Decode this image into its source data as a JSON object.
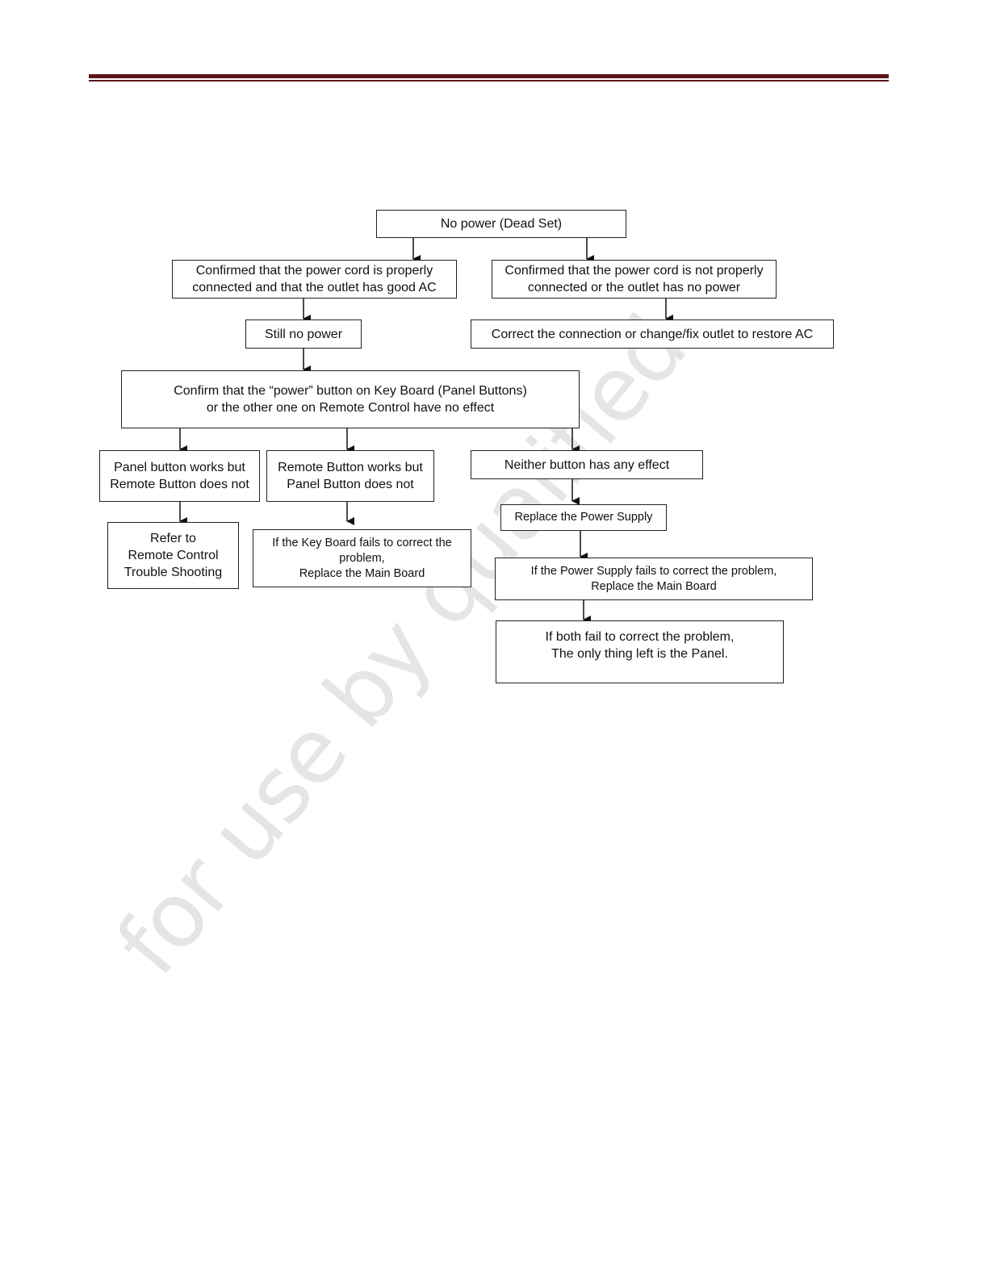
{
  "watermark": "for use by qualified",
  "nodes": {
    "no_power": "No power (Dead Set)",
    "cord_ok": "Confirmed that the power cord is properly\nconnected and that the outlet has good AC",
    "cord_not_ok": "Confirmed that the power cord is not properly\nconnected or the outlet has no power",
    "still_no_power": "Still no power",
    "correct_connection": "Correct the connection or change/fix outlet to restore AC",
    "confirm_power_button": "Confirm that the “power” button on Key Board (Panel Buttons)\nor the other one on Remote Control have no effect",
    "panel_works": "Panel button works but\nRemote Button does not",
    "remote_works": "Remote Button works but\nPanel Button does not",
    "neither_works": "Neither button has any effect",
    "refer_remote": "Refer to\nRemote Control\nTrouble Shooting",
    "keyboard_fails": "If the Key Board fails to correct the\nproblem,\nReplace the Main Board",
    "replace_psu": "Replace the Power Supply",
    "psu_fails": "If the Power Supply fails to correct the problem,\nReplace the Main Board",
    "both_fail": "If both fail to correct the problem,\nThe only thing left is the Panel."
  }
}
